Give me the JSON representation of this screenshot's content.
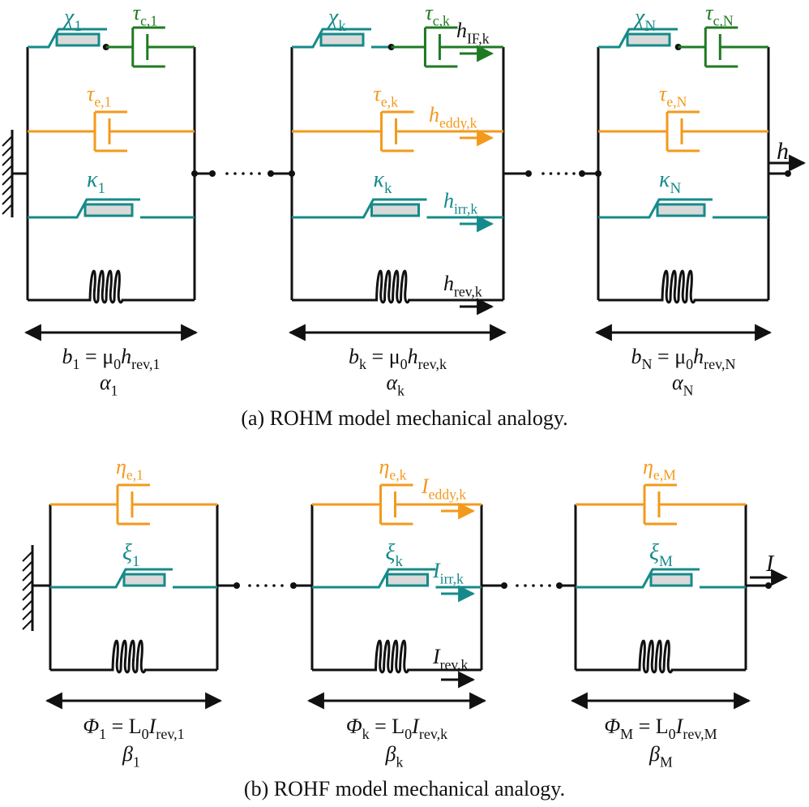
{
  "colors": {
    "black": "#111111",
    "teal": "#168a8a",
    "green": "#1f7a22",
    "orange": "#f39a1c",
    "slider_fill": "#d9d9d9"
  },
  "rohm": {
    "caption": "(a) ROHM model mechanical analogy.",
    "output_symbol": "h",
    "cells": [
      {
        "chi": {
          "base": "χ",
          "sub": "1"
        },
        "tau_c": {
          "base": "τ",
          "sub": "c,1"
        },
        "tau_e": {
          "base": "τ",
          "sub": "e,1"
        },
        "kappa": {
          "base": "κ",
          "sub": "1"
        },
        "b_eq": {
          "lhs_base": "b",
          "lhs_sub": "1",
          "eq": " = μ",
          "mu_sub": "0",
          "h": "h",
          "h_sub": "rev,1"
        },
        "alpha": {
          "base": "α",
          "sub": "1"
        }
      },
      {
        "chi": {
          "base": "χ",
          "sub": "k"
        },
        "tau_c": {
          "base": "τ",
          "sub": "c,k"
        },
        "tau_e": {
          "base": "τ",
          "sub": "e,k"
        },
        "kappa": {
          "base": "κ",
          "sub": "k"
        },
        "h_if": {
          "base": "h",
          "sub": "IF,k"
        },
        "h_eddy": {
          "base": "h",
          "sub": "eddy,k"
        },
        "h_irr": {
          "base": "h",
          "sub": "irr,k"
        },
        "h_rev": {
          "base": "h",
          "sub": "rev,k"
        },
        "b_eq": {
          "lhs_base": "b",
          "lhs_sub": "k",
          "eq": " = μ",
          "mu_sub": "0",
          "h": "h",
          "h_sub": "rev,k"
        },
        "alpha": {
          "base": "α",
          "sub": "k"
        }
      },
      {
        "chi": {
          "base": "χ",
          "sub": "N"
        },
        "tau_c": {
          "base": "τ",
          "sub": "c,N"
        },
        "tau_e": {
          "base": "τ",
          "sub": "e,N"
        },
        "kappa": {
          "base": "κ",
          "sub": "N"
        },
        "b_eq": {
          "lhs_base": "b",
          "lhs_sub": "N",
          "eq": " = μ",
          "mu_sub": "0",
          "h": "h",
          "h_sub": "rev,N"
        },
        "alpha": {
          "base": "α",
          "sub": "N"
        }
      }
    ]
  },
  "rohf": {
    "caption": "(b) ROHF model mechanical analogy.",
    "output_symbol": "I",
    "cells": [
      {
        "eta": {
          "base": "η",
          "sub": "e,1"
        },
        "xi": {
          "base": "ξ",
          "sub": "1"
        },
        "phi_eq": {
          "lhs_base": "Φ",
          "lhs_sub": "1",
          "eq": " = L",
          "l_sub": "0",
          "i": "I",
          "i_sub": "rev,1"
        },
        "beta": {
          "base": "β",
          "sub": "1"
        }
      },
      {
        "eta": {
          "base": "η",
          "sub": "e,k"
        },
        "xi": {
          "base": "ξ",
          "sub": "k"
        },
        "i_eddy": {
          "base": "I",
          "sub": "eddy,k"
        },
        "i_irr": {
          "base": "I",
          "sub": "irr,k"
        },
        "i_rev": {
          "base": "I",
          "sub": "rev,k"
        },
        "phi_eq": {
          "lhs_base": "Φ",
          "lhs_sub": "k",
          "eq": " = L",
          "l_sub": "0",
          "i": "I",
          "i_sub": "rev,k"
        },
        "beta": {
          "base": "β",
          "sub": "k"
        }
      },
      {
        "eta": {
          "base": "η",
          "sub": "e,M"
        },
        "xi": {
          "base": "ξ",
          "sub": "M"
        },
        "phi_eq": {
          "lhs_base": "Φ",
          "lhs_sub": "M",
          "eq": " = L",
          "l_sub": "0",
          "i": "I",
          "i_sub": "rev,M"
        },
        "beta": {
          "base": "β",
          "sub": "M"
        }
      }
    ]
  }
}
